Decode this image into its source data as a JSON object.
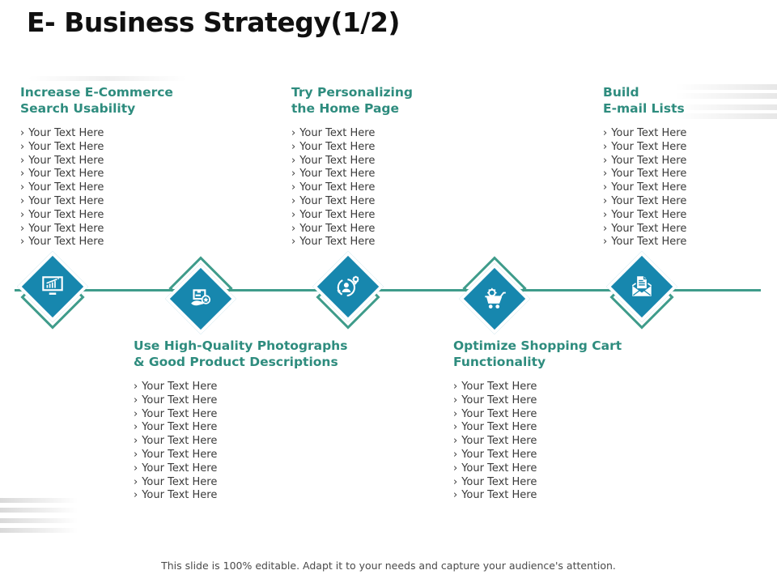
{
  "title": "E- Business Strategy(1/2)",
  "bullet_marker": "›",
  "sections": [
    {
      "id": "increase-ecommerce-search-usability",
      "heading": [
        "Increase E-Commerce",
        "Search Usability"
      ],
      "items": [
        "Your Text Here",
        "Your Text Here",
        "Your Text Here",
        "Your Text Here",
        "Your Text Here",
        "Your Text Here",
        "Your Text Here",
        "Your Text Here",
        "Your Text Here"
      ]
    },
    {
      "id": "try-personalizing-home-page",
      "heading": [
        "Try Personalizing",
        "the Home Page"
      ],
      "items": [
        "Your Text Here",
        "Your Text Here",
        "Your Text Here",
        "Your Text Here",
        "Your Text Here",
        "Your Text Here",
        "Your Text Here",
        "Your Text Here",
        "Your Text Here"
      ]
    },
    {
      "id": "build-email-lists",
      "heading": [
        "Build",
        "E-mail Lists"
      ],
      "items": [
        "Your Text Here",
        "Your Text Here",
        "Your Text Here",
        "Your Text Here",
        "Your Text Here",
        "Your Text Here",
        "Your Text Here",
        "Your Text Here",
        "Your Text Here"
      ]
    },
    {
      "id": "use-high-quality-photographs",
      "heading": [
        "Use High-Quality Photographs",
        "& Good Product Descriptions"
      ],
      "items": [
        "Your Text Here",
        "Your Text Here",
        "Your Text Here",
        "Your Text Here",
        "Your Text Here",
        "Your Text Here",
        "Your Text Here",
        "Your Text Here",
        "Your Text Here"
      ]
    },
    {
      "id": "optimize-shopping-cart-functionality",
      "heading": [
        "Optimize Shopping Cart",
        "Functionality"
      ],
      "items": [
        "Your Text Here",
        "Your Text Here",
        "Your Text Here",
        "Your Text Here",
        "Your Text Here",
        "Your Text Here",
        "Your Text Here",
        "Your Text Here",
        "Your Text Here"
      ]
    }
  ],
  "timeline": {
    "nodes": [
      {
        "icon": "bar-chart-board-icon",
        "position": "above"
      },
      {
        "icon": "product-in-hand-icon",
        "position": "below"
      },
      {
        "icon": "user-personalization-icon",
        "position": "above"
      },
      {
        "icon": "shopping-cart-gear-icon",
        "position": "below"
      },
      {
        "icon": "open-email-icon",
        "position": "above"
      }
    ]
  },
  "footer": {
    "note": "This slide is 100% editable. Adapt it to your needs and capture your audience's attention."
  },
  "colors": {
    "heading_teal": "#2E8C7E",
    "diamond_blue": "#1787AE",
    "line_green": "#3F9C8B",
    "body_text": "#3A3A3A",
    "footer_text": "#4A4A4A"
  }
}
